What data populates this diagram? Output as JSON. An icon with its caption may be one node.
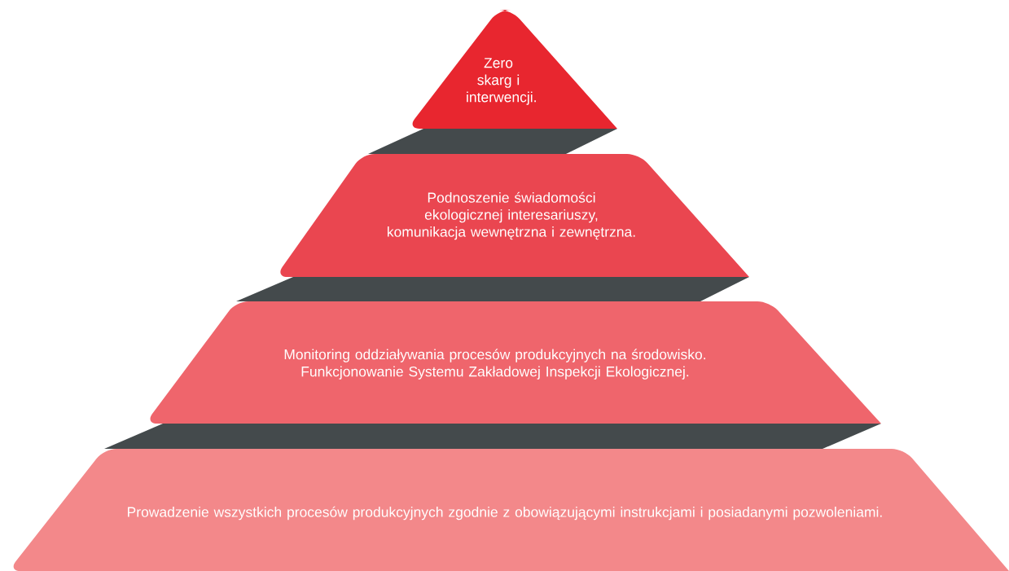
{
  "diagram": {
    "nodes": [
      {
        "text": [
          "Zero skarg i interwencji."
        ]
      },
      {
        "text": [
          "Podnoszenie świadomości ekologicznej interesariuszy, komunikacja wewnętrzna i zewnętrzna."
        ]
      },
      {
        "text": [
          "Monitoring oddziaływania procesów produkcyjnych na środowisko. Funkcjonowanie Systemu Zakładowej Inspekcji Ekologicznej."
        ]
      },
      {
        "text": [
          "Prowadzenie wszystkich procesów produkcyjnych zgodnie z obowiązującymi instrukcjami i posiadanymi pozwoleniami."
        ]
      }
    ]
  }
}
